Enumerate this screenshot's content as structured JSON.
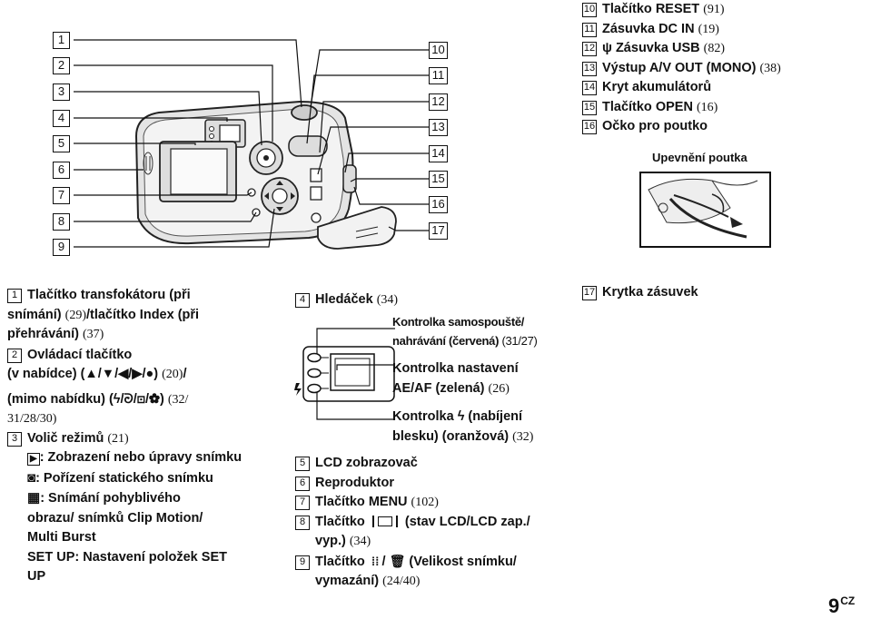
{
  "top_right_list": [
    {
      "num": "10",
      "text": "Tlačítko RESET",
      "ref": "(91)"
    },
    {
      "num": "11",
      "text": "Zásuvka DC IN",
      "ref": "(19)"
    },
    {
      "num": "12",
      "text": "ψ Zásuvka USB",
      "ref": "(82)"
    },
    {
      "num": "13",
      "text": "Výstup A/V OUT (MONO)",
      "ref": "(38)"
    },
    {
      "num": "14",
      "text": "Kryt akumulátorů",
      "ref": ""
    },
    {
      "num": "15",
      "text": "Tlačítko OPEN",
      "ref": "(16)"
    },
    {
      "num": "16",
      "text": "Očko pro poutko",
      "ref": ""
    }
  ],
  "strap_caption": "Upevnění poutka",
  "left_callouts": [
    "1",
    "2",
    "3",
    "4",
    "5",
    "6",
    "7",
    "8",
    "9"
  ],
  "right_callouts": [
    "10",
    "11",
    "12",
    "13",
    "14",
    "15",
    "16",
    "17"
  ],
  "col1": {
    "e1": {
      "num": "1",
      "l1": "Tlačítko transfokátoru (při",
      "l2": "snímání)",
      "l2r": "(29)",
      "l2b": "/tlačítko Index (při",
      "l3": "přehrávání)",
      "l3r": "(37)"
    },
    "e2": {
      "num": "2",
      "l1": "Ovládací tlačítko",
      "l2": "(v nabídce) (▲/▼/◀/▶/●)",
      "l2r": "(20)",
      "l2b": "/",
      "l3": "(mimo nabídku) (ϟ/ᘒ/⊡/✿)",
      "l3r": "(32/",
      "l4r": "31/28/30)"
    },
    "e3": {
      "num": "3",
      "l1": "Volič režimů",
      "l1r": "(21)",
      "i1": "▶",
      "t1": ": Zobrazení nebo úpravy snímku",
      "i2": "◙",
      "t2": ": Pořízení statického snímku",
      "i3": "▦",
      "t3a": ": Snímání pohyblivého",
      "t3b": "obrazu/ snímků Clip Motion/",
      "t3c": "Multi Burst",
      "t4a": "SET UP: Nastavení položek SET",
      "t4b": "UP"
    }
  },
  "col2": {
    "e4": {
      "num": "4",
      "l1": "Hledáček",
      "l1r": "(34)"
    },
    "ind1": {
      "a": "Kontrolka samospouště/",
      "b": "nahrávání (červená)",
      "br": "(31/27)"
    },
    "ind2": {
      "a": "Kontrolka nastavení",
      "b": "AE/AF (zelená)",
      "br": "(26)"
    },
    "ind3": {
      "a": "Kontrolka ϟ (nabíjení",
      "b": "blesku) (oranžová)",
      "br": "(32)"
    },
    "e5": {
      "num": "5",
      "text": "LCD zobrazovač"
    },
    "e6": {
      "num": "6",
      "text": "Reproduktor"
    },
    "e7": {
      "num": "7",
      "text": "Tlačítko MENU",
      "ref": "(102)"
    },
    "e8": {
      "num": "8",
      "l1a": "Tlačítko",
      "l1b": "(stav LCD/LCD zap./",
      "l2": "vyp.)",
      "l2r": "(34)"
    },
    "e9": {
      "num": "9",
      "l1a": "Tlačítko",
      "l1b": "/",
      "l1c": "(Velikost snímku/",
      "l2": "vymazání)",
      "l2r": "(24/40)"
    }
  },
  "col3": {
    "e17": {
      "num": "17",
      "text": "Krytka zásuvek"
    }
  },
  "page": {
    "num": "9",
    "sup": "CZ"
  }
}
